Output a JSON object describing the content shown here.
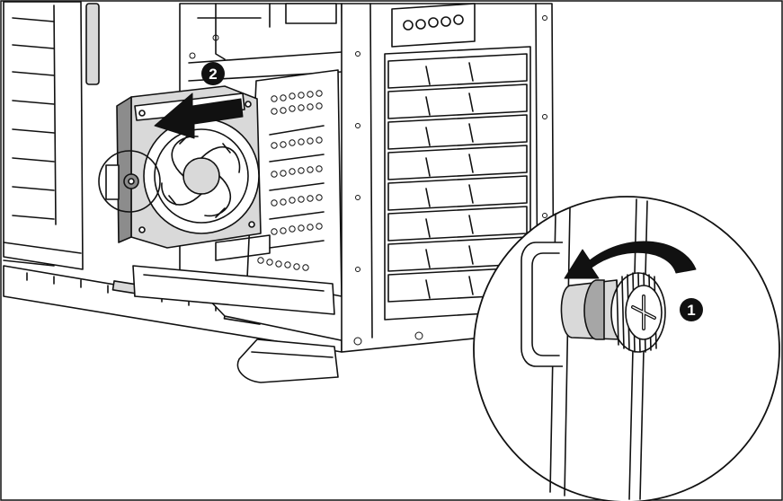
{
  "callouts": [
    {
      "number": "1",
      "meaning": "loosen-thumbscrew"
    },
    {
      "number": "2",
      "meaning": "slide-fan-out"
    }
  ],
  "colors": {
    "line": "#111111",
    "fill_light": "#d9d9d9",
    "fill_mid": "#a6a6a6",
    "fill_dark": "#8c8c8c",
    "callout_badge": "#111111",
    "background": "#ffffff"
  }
}
